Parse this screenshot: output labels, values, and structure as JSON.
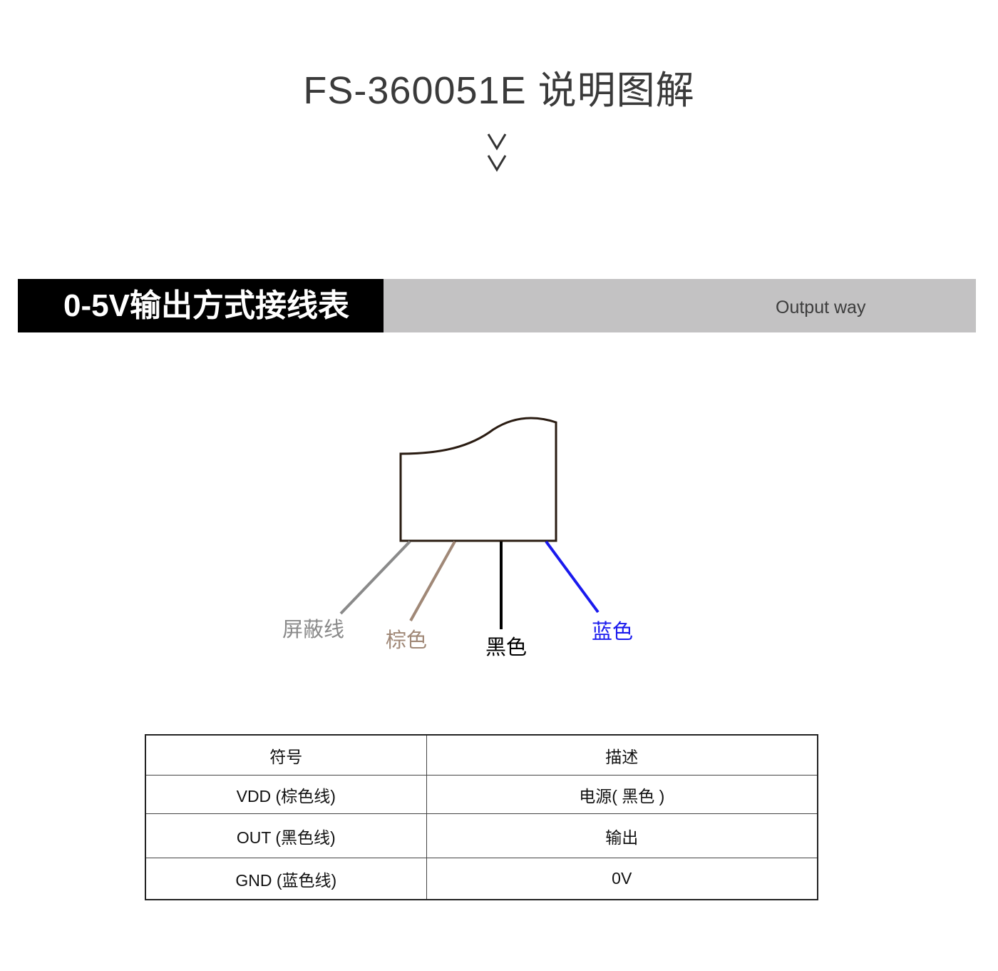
{
  "header": {
    "title": "FS-360051E  说明图解"
  },
  "section": {
    "title": "0-5V输出方式接线表",
    "subtitle": "Output way"
  },
  "diagram": {
    "wires": [
      {
        "label": "屏蔽线",
        "color": "#8a8a8a"
      },
      {
        "label": "棕色",
        "color": "#a08877"
      },
      {
        "label": "黑色",
        "color": "#000000"
      },
      {
        "label": "蓝色",
        "color": "#1a1aee"
      }
    ]
  },
  "table": {
    "headers": [
      "符号",
      "描述"
    ],
    "rows": [
      [
        "VDD (棕色线)",
        "电源( 黑色 )"
      ],
      [
        "OUT (黑色线)",
        "输出"
      ],
      [
        "GND (蓝色线)",
        "0V"
      ]
    ]
  }
}
